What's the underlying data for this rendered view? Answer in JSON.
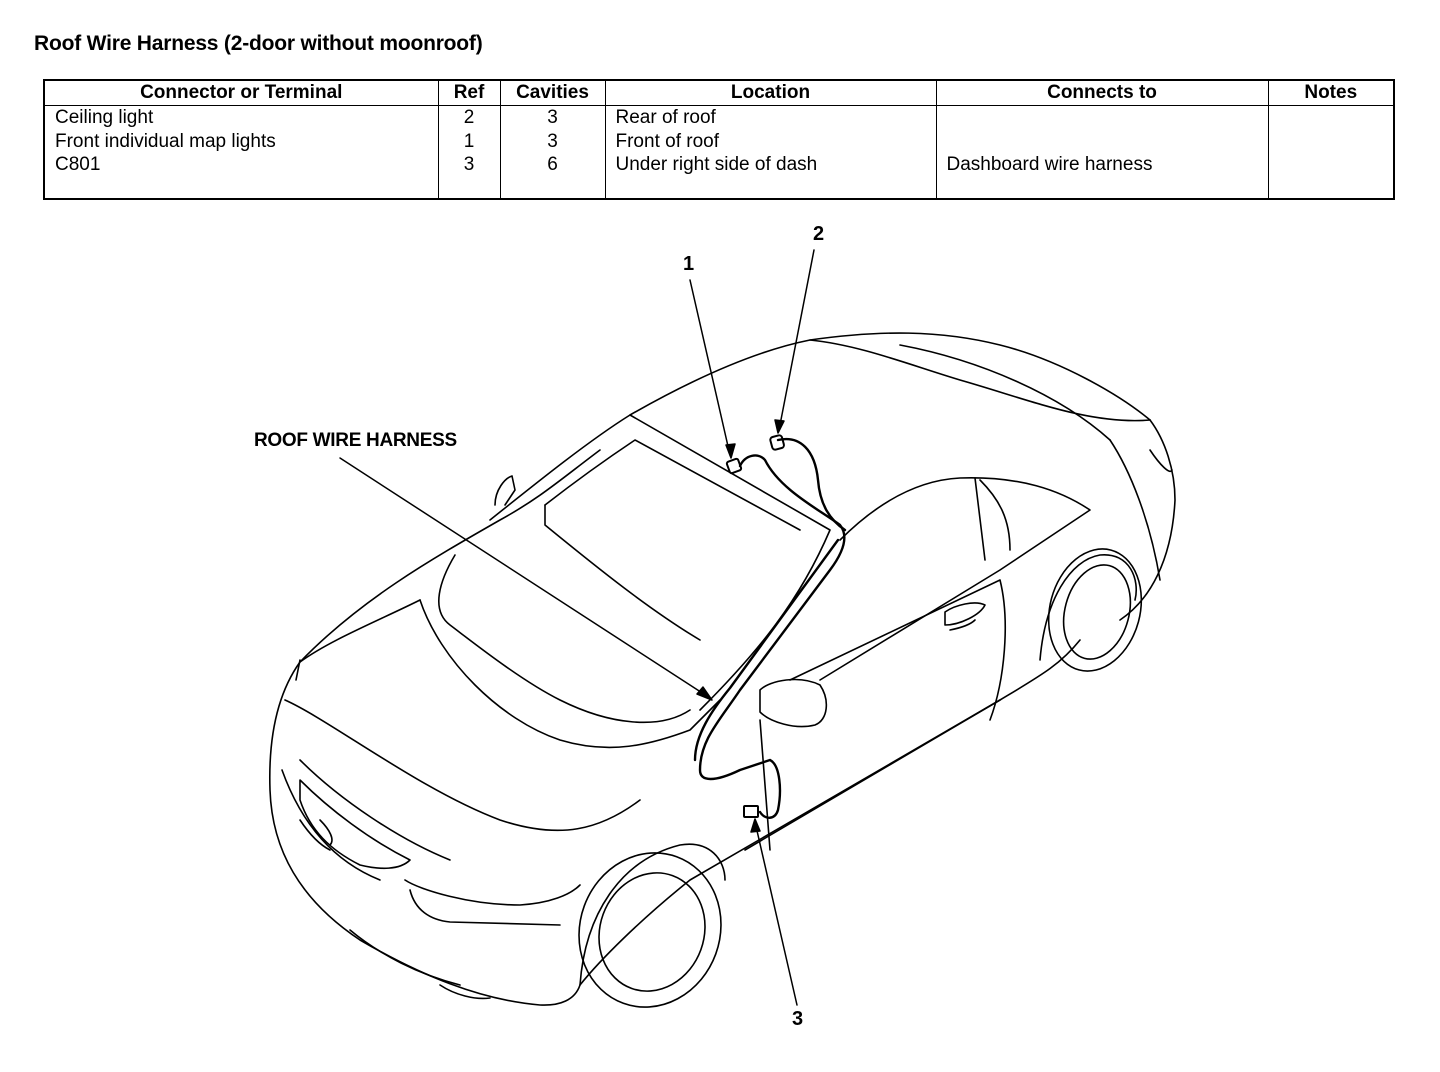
{
  "title": "Roof Wire Harness (2-door without moonroof)",
  "table": {
    "headers": {
      "connector": "Connector or Terminal",
      "ref": "Ref",
      "cavities": "Cavities",
      "location": "Location",
      "connects_to": "Connects to",
      "notes": "Notes"
    },
    "rows": [
      {
        "connector": "Ceiling light",
        "ref": "2",
        "cavities": "3",
        "location": "Rear of roof",
        "connects_to": "",
        "notes": ""
      },
      {
        "connector": "Front individual map lights",
        "ref": "1",
        "cavities": "3",
        "location": "Front of roof",
        "connects_to": "",
        "notes": ""
      },
      {
        "connector": "C801",
        "ref": "3",
        "cavities": "6",
        "location": "Under right side of dash",
        "connects_to": "Dashboard wire harness",
        "notes": ""
      }
    ]
  },
  "diagram": {
    "harness_label": "ROOF WIRE HARNESS",
    "callouts": {
      "c1": "1",
      "c2": "2",
      "c3": "3"
    }
  }
}
